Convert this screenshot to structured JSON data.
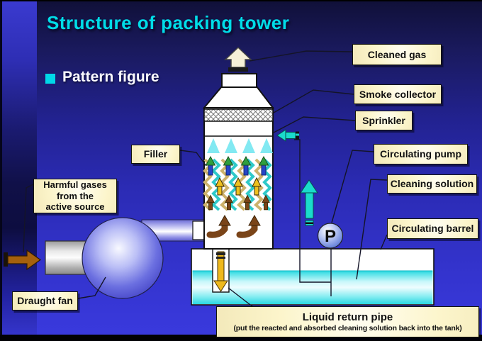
{
  "slide": {
    "title": "Structure of packing tower",
    "bullet_item": "Pattern figure"
  },
  "callouts": {
    "cleaned_gas": "Cleaned gas",
    "smoke_collector": "Smoke collector",
    "sprinkler": "Sprinkler",
    "circulating_pump": "Circulating pump",
    "cleaning_solution": "Cleaning solution",
    "circulating_barrel": "Circulating barrel",
    "filler": "Filler",
    "harmful_gases_lines": [
      "Harmful gases",
      "from the",
      "active source"
    ],
    "draught_fan": "Draught fan",
    "liquid_return_title": "Liquid return pipe",
    "liquid_return_note": "(put the reacted and absorbed cleaning solution back into the tank)"
  },
  "diagram": {
    "pump_label": "P"
  },
  "colors": {
    "title_cyan": "#00dde8",
    "callout_bg": "#fcf5cb",
    "background_top": "#101038",
    "background_bottom": "#3939dc",
    "liquid_cyan": "#2ad4de",
    "flow_cyan": "#1adbcb",
    "gas_brown": "#a5610d",
    "return_gold": "#efb91c"
  }
}
